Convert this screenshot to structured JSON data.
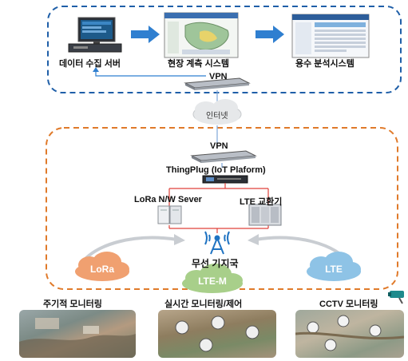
{
  "top_panel": {
    "data_server_label": "데이터 수집 서버",
    "field_system_label": "현장 계측 시스템",
    "analysis_system_label": "용수 분석시스템",
    "vpn_label": "VPN"
  },
  "internet": {
    "label": "인터넷"
  },
  "bottom_panel": {
    "vpn_label": "VPN",
    "thingplug_label": "ThingPlug (IoT Plaform)",
    "lora_server_label": "LoRa N/W Sever",
    "lte_exchange_label": "LTE 교환기",
    "base_station_label": "무선 기지국",
    "lora_cloud": "LoRa",
    "ltem_cloud": "LTE-M",
    "lte_cloud": "LTE"
  },
  "monitoring": {
    "periodic_label": "주기적 모니터링",
    "realtime_label": "실시간 모니터링/제어",
    "cctv_label": "CCTV 모니터링"
  },
  "colors": {
    "top_border": "#1f5fa8",
    "bottom_border": "#e07a2a",
    "arrow_blue": "#2f7fd0",
    "red_line": "#e0413a",
    "cloud_green": "#a8cf8a",
    "cloud_orange": "#f0a070",
    "cloud_blue": "#8ec3e6"
  }
}
